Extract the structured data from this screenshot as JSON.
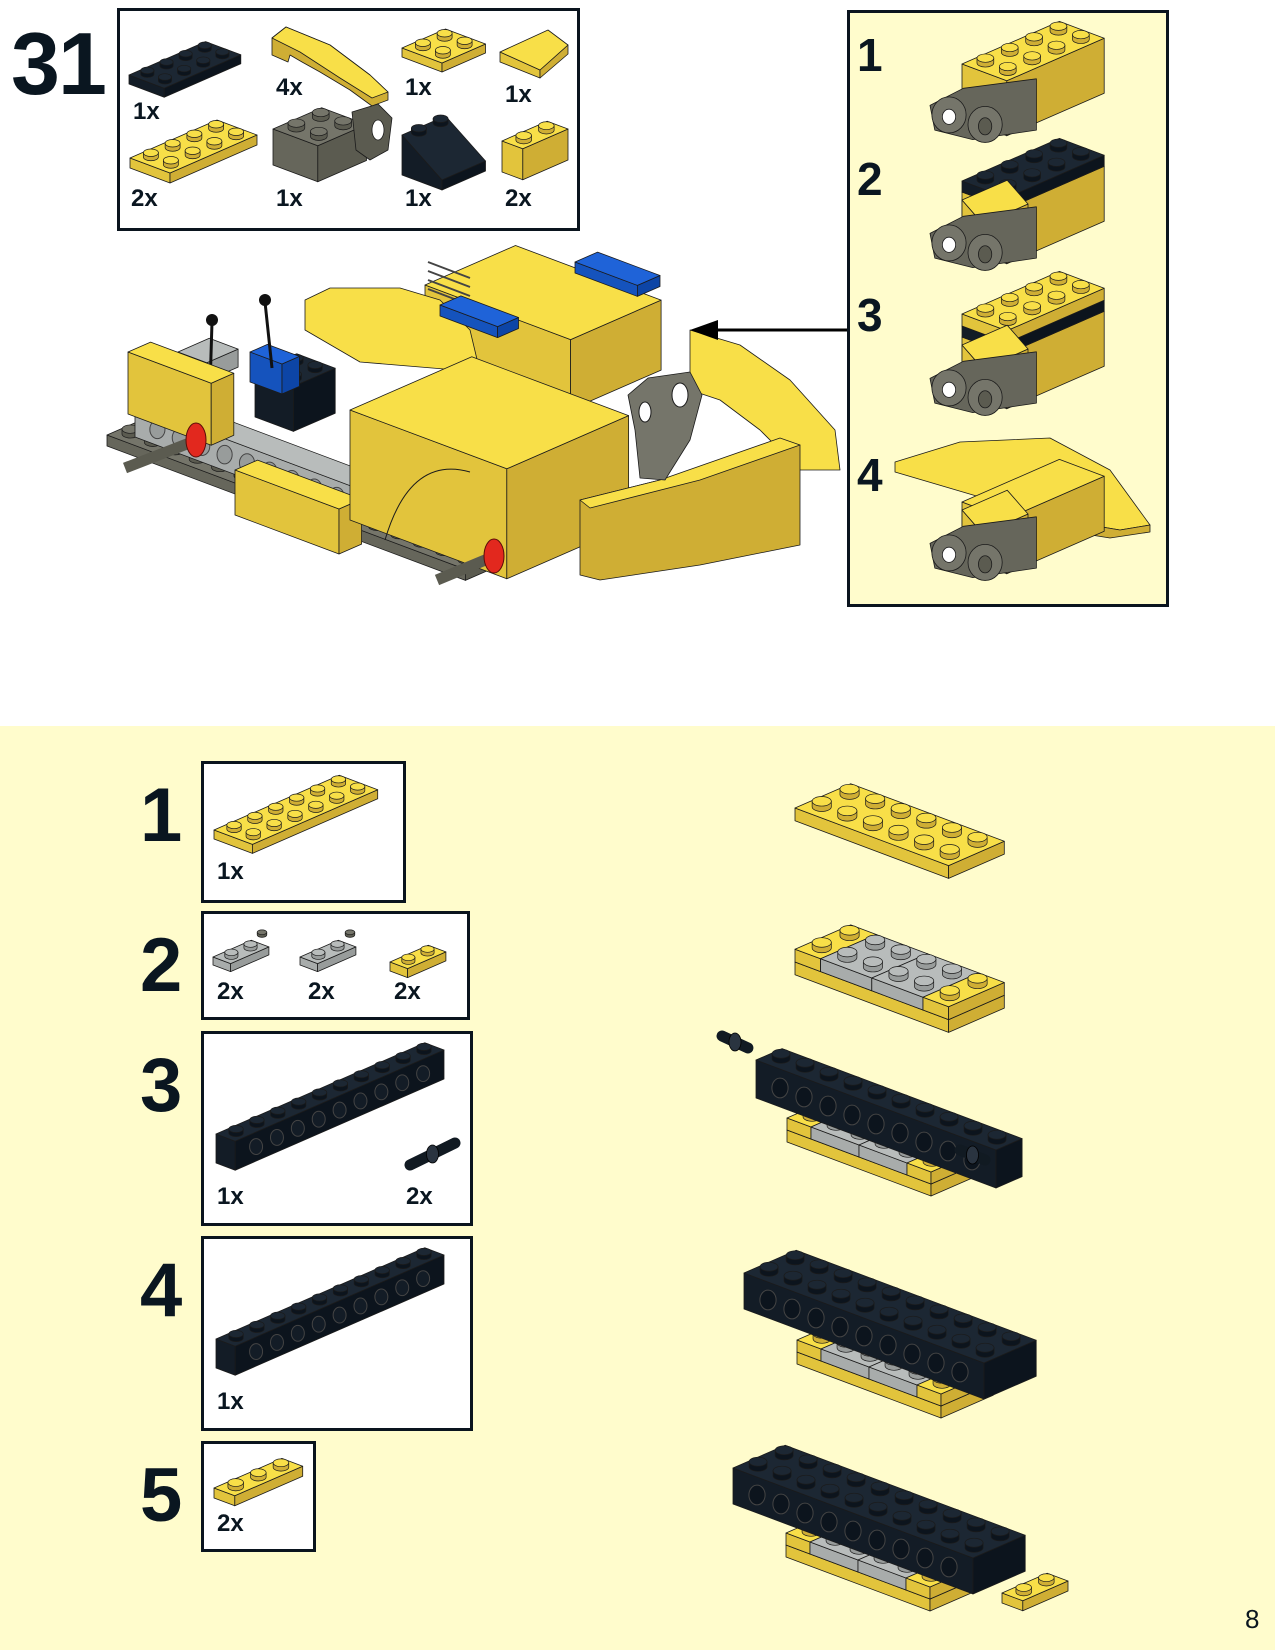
{
  "step": {
    "number": "31"
  },
  "parts_list": [
    {
      "qty": "1x",
      "icon": "black-plate-2x4-icon"
    },
    {
      "qty": "4x",
      "icon": "yellow-curved-slope-icon"
    },
    {
      "qty": "1x",
      "icon": "yellow-plate-2x2-icon"
    },
    {
      "qty": "1x",
      "icon": "yellow-cheese-slope-icon"
    },
    {
      "qty": "2x",
      "icon": "yellow-plate-2x4-icon"
    },
    {
      "qty": "1x",
      "icon": "dark-gray-technic-brick-icon"
    },
    {
      "qty": "1x",
      "icon": "black-slope-2x2-icon"
    },
    {
      "qty": "2x",
      "icon": "yellow-brick-1x2-icon"
    }
  ],
  "callout": {
    "substeps": [
      "1",
      "2",
      "3",
      "4"
    ]
  },
  "substeps": [
    {
      "number": "1",
      "parts": [
        {
          "qty": "1x",
          "icon": "yellow-plate-2x6-icon"
        }
      ]
    },
    {
      "number": "2",
      "parts": [
        {
          "qty": "2x",
          "icon": "light-gray-hinge-plate-icon"
        },
        {
          "qty": "2x",
          "icon": "light-gray-hinge-plate-clip-icon"
        },
        {
          "qty": "2x",
          "icon": "yellow-plate-1x2-icon"
        }
      ]
    },
    {
      "number": "3",
      "parts": [
        {
          "qty": "1x",
          "icon": "black-technic-brick-1x10-icon"
        },
        {
          "qty": "2x",
          "icon": "black-technic-pin-icon"
        }
      ]
    },
    {
      "number": "4",
      "parts": [
        {
          "qty": "1x",
          "icon": "black-technic-brick-1x10-icon"
        }
      ]
    },
    {
      "number": "5",
      "parts": [
        {
          "qty": "2x",
          "icon": "yellow-plate-1x3-icon"
        }
      ]
    }
  ],
  "page_number": "8",
  "colors": {
    "yellow": {
      "top": "#f8df48",
      "front": "#cfae34",
      "left": "#e2c43c"
    },
    "black": {
      "top": "#1c2733",
      "front": "#0c141d",
      "left": "#131c26"
    },
    "dark_gray": {
      "top": "#75756a",
      "front": "#5b5b50",
      "left": "#66665b"
    },
    "light_gray": {
      "top": "#b8bcbb",
      "front": "#989c9b",
      "left": "#a8acab"
    },
    "blue": {
      "top": "#1f63d8",
      "front": "#0d45a6",
      "left": "#1553bd"
    },
    "red": {
      "top": "#e2281e",
      "front": "#b01a12",
      "left": "#c8211a"
    },
    "background_pale": "#fffccc",
    "ink": "#0a141e"
  }
}
